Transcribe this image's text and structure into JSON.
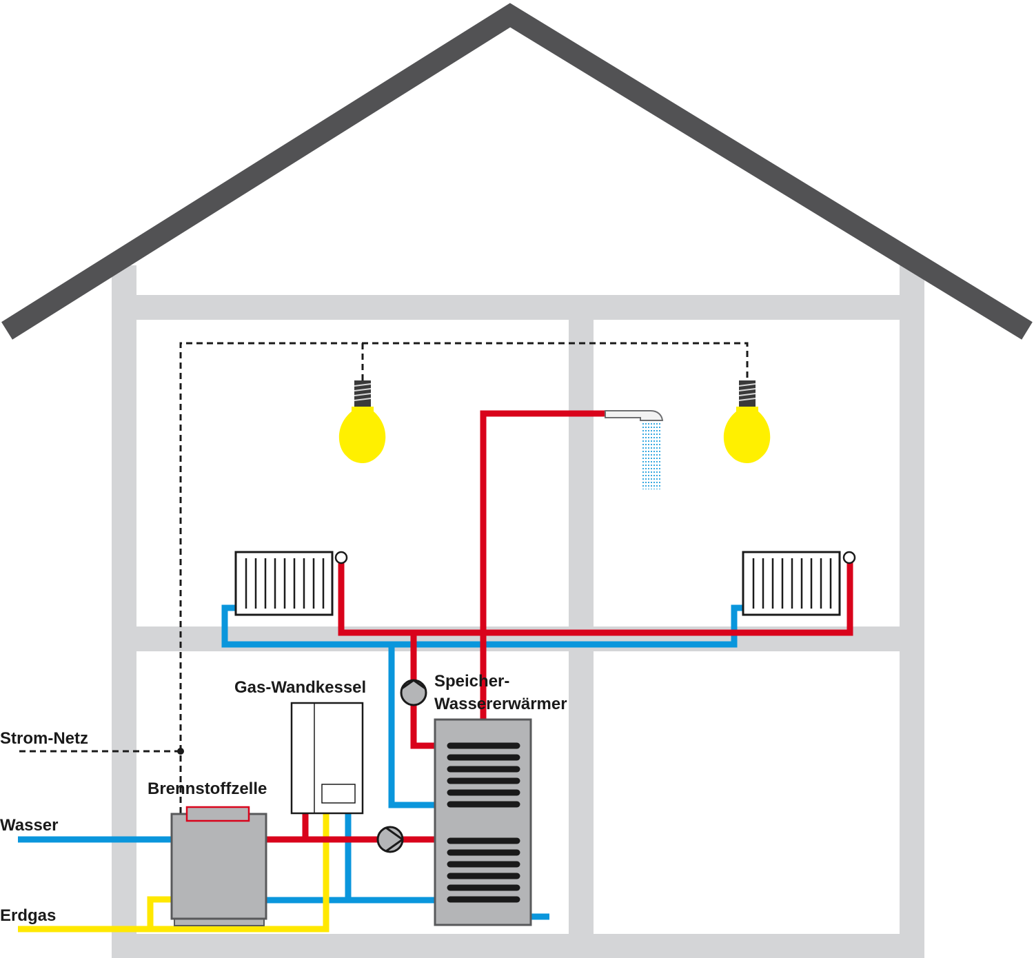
{
  "labels": {
    "strom_netz": "Strom-Netz",
    "wasser": "Wasser",
    "erdgas": "Erdgas",
    "brennstoffzelle": "Brennstoffzelle",
    "gas_wandkessel": "Gas-Wandkessel",
    "speicher_line1": "Speicher-",
    "speicher_line2": "Wassererwärmer"
  },
  "colors": {
    "roof": "#525254",
    "walls": "#d4d5d7",
    "hot_water": "#d9031b",
    "cold_water": "#0a96dc",
    "gas": "#ffe800",
    "bulb": "#fff000",
    "device_fill": "#b4b5b7",
    "device_stroke": "#58595b",
    "electric_line": "#1a1a1a"
  },
  "icons": [
    "lightbulb-icon",
    "shower-head-icon",
    "radiator-icon",
    "pump-icon"
  ]
}
